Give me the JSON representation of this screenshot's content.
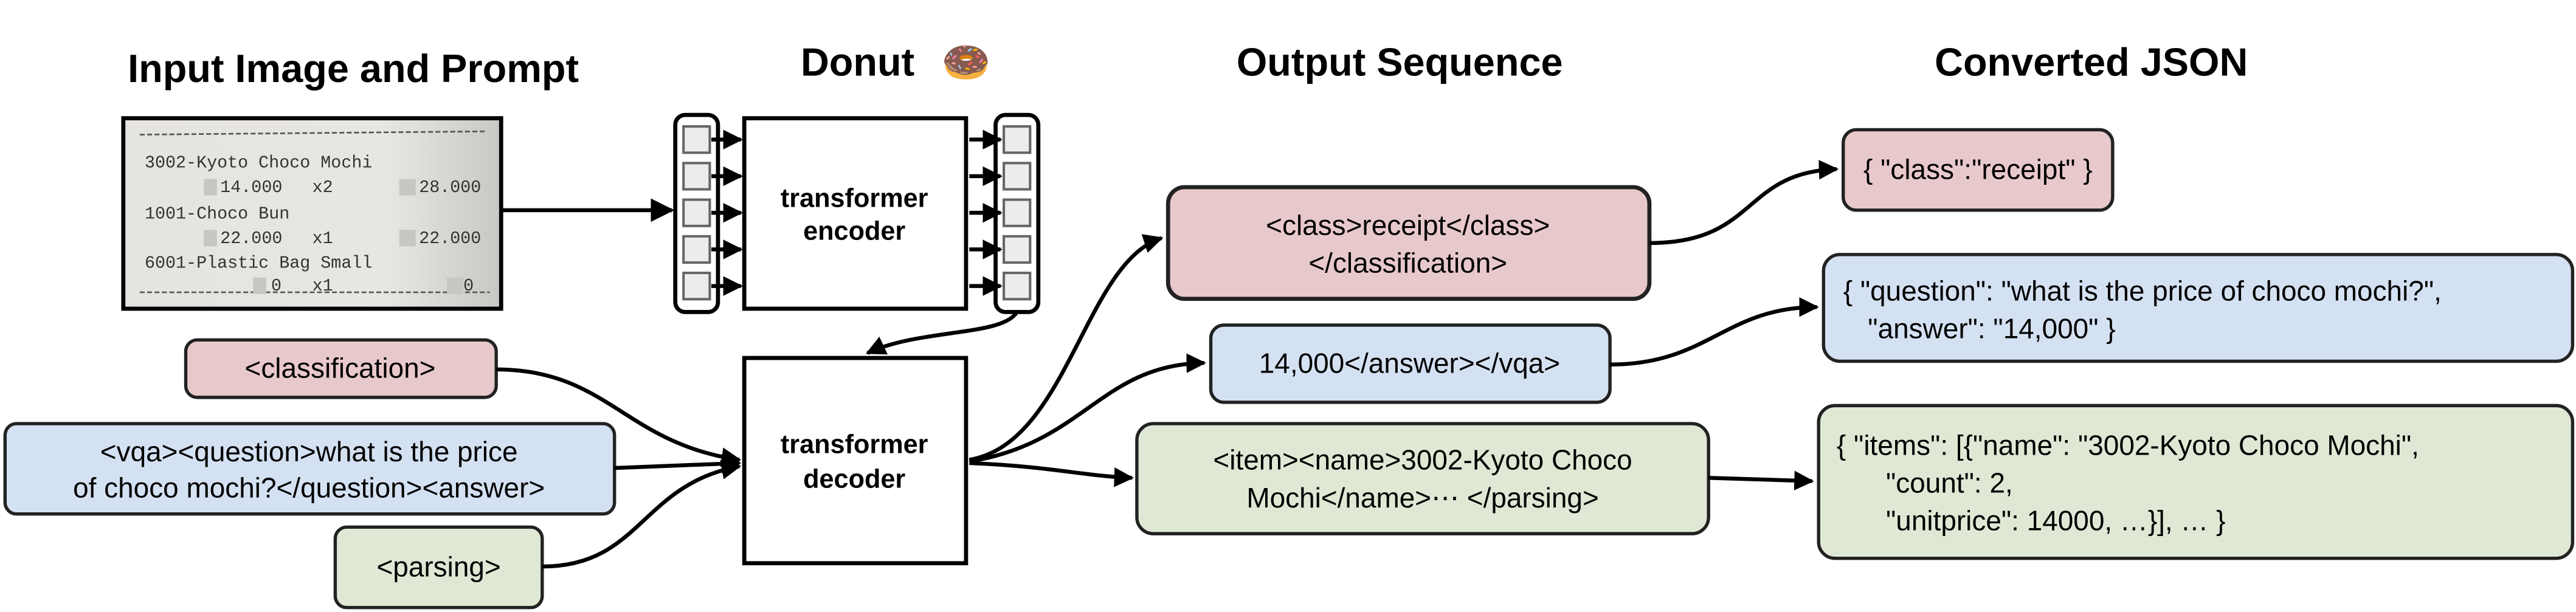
{
  "headers": {
    "input": "Input Image and Prompt",
    "donut": "Donut",
    "donut_emoji": "🍩",
    "output": "Output Sequence",
    "json": "Converted JSON"
  },
  "receipt": {
    "lines": [
      {
        "name": "3002-Kyoto Choco Mochi",
        "price": "14.000",
        "qty": "x2",
        "total": "28.000"
      },
      {
        "name": "1001-Choco Bun",
        "price": "22.000",
        "qty": "x1",
        "total": "22.000"
      },
      {
        "name": "6001-Plastic Bag Small",
        "price": "0",
        "qty": "x1",
        "total": "0"
      }
    ]
  },
  "model": {
    "encoder": [
      "transformer",
      "encoder"
    ],
    "decoder": [
      "transformer",
      "decoder"
    ]
  },
  "prompts": {
    "classification": "<classification>",
    "vqa": [
      "<vqa><question>what is the price",
      "of choco mochi?</question><answer>"
    ],
    "parsing": "<parsing>"
  },
  "outputs": {
    "classification": [
      "<class>receipt</class>",
      "</classification>"
    ],
    "vqa": "14,000</answer></vqa>",
    "parsing": [
      "<item><name>3002-Kyoto Choco",
      "Mochi</name>⋯ </parsing>"
    ]
  },
  "json": {
    "classification": "{ \"class\":\"receipt\" }",
    "vqa": [
      "{ \"question\": \"what is the price of choco mochi?\",",
      "\"answer\": \"14,000\" }"
    ],
    "parsing": [
      "{ \"items\": [{\"name\": \"3002-Kyoto Choco Mochi\",",
      "\"count\": 2,",
      "\"unitprice\": 14000, …}], … }"
    ]
  },
  "colors": {
    "pink": "#e8c9cb",
    "blue": "#d4e1f2",
    "green": "#dfe8d4",
    "border": "#222222"
  }
}
